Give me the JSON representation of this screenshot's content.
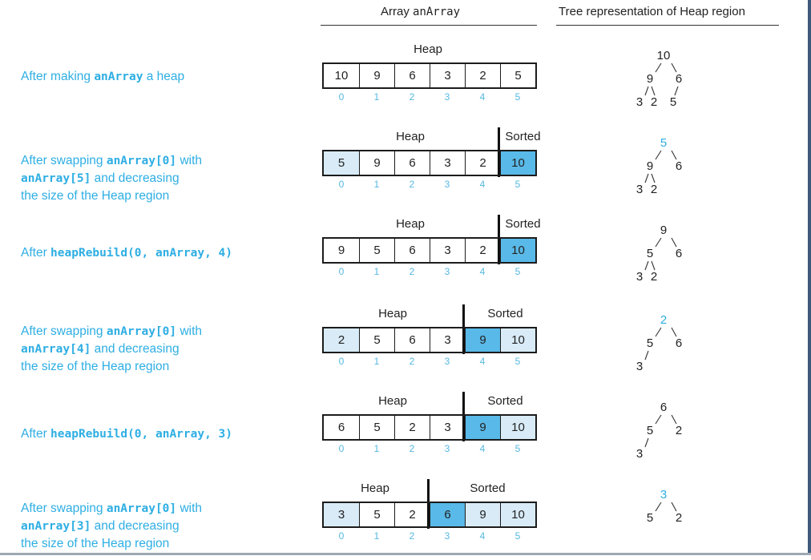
{
  "header": {
    "array_prefix": "Array ",
    "array_name": "anArray",
    "tree_title": "Tree representation of Heap region"
  },
  "labels": {
    "heap": "Heap",
    "sorted": "Sorted"
  },
  "indices": [
    "0",
    "1",
    "2",
    "3",
    "4",
    "5"
  ],
  "colors": {
    "description_text": "#2eaee3",
    "index_text": "#55b8e0",
    "heap_highlight": "#d8ebf7",
    "new_sorted": "#59b9e8",
    "sorted_light": "#d8ebf7"
  },
  "steps": [
    {
      "desc_lines": [
        [
          {
            "t": "After making ",
            "code": false
          },
          {
            "t": "anArray",
            "code": true
          },
          {
            "t": " a heap",
            "code": false
          }
        ]
      ],
      "values": [
        "10",
        "9",
        "6",
        "3",
        "2",
        "5"
      ],
      "heap_size": 6,
      "root_highlight": false,
      "tree_root_blue": false,
      "tree": {
        "root": "10",
        "left": "9",
        "right": "6",
        "ll": "3",
        "lr": "2",
        "rl": "5"
      }
    },
    {
      "desc_lines": [
        [
          {
            "t": "After swapping ",
            "code": false
          },
          {
            "t": "anArray[0]",
            "code": true
          },
          {
            "t": " with",
            "code": false
          }
        ],
        [
          {
            "t": "anArray[5]",
            "code": true
          },
          {
            "t": " and decreasing",
            "code": false
          }
        ],
        [
          {
            "t": "the size of the Heap region",
            "code": false
          }
        ]
      ],
      "values": [
        "5",
        "9",
        "6",
        "3",
        "2",
        "10"
      ],
      "heap_size": 5,
      "root_highlight": true,
      "tree_root_blue": true,
      "tree": {
        "root": "5",
        "left": "9",
        "right": "6",
        "ll": "3",
        "lr": "2",
        "rl": ""
      }
    },
    {
      "desc_lines": [
        [
          {
            "t": "After ",
            "code": false
          },
          {
            "t": "heapRebuild(0, anArray, 4)",
            "code": true
          }
        ]
      ],
      "values": [
        "9",
        "5",
        "6",
        "3",
        "2",
        "10"
      ],
      "heap_size": 5,
      "root_highlight": false,
      "tree_root_blue": false,
      "tree": {
        "root": "9",
        "left": "5",
        "right": "6",
        "ll": "3",
        "lr": "2",
        "rl": ""
      }
    },
    {
      "desc_lines": [
        [
          {
            "t": "After swapping ",
            "code": false
          },
          {
            "t": "anArray[0]",
            "code": true
          },
          {
            "t": " with",
            "code": false
          }
        ],
        [
          {
            "t": "anArray[4]",
            "code": true
          },
          {
            "t": " and decreasing",
            "code": false
          }
        ],
        [
          {
            "t": "the size of the Heap region",
            "code": false
          }
        ]
      ],
      "values": [
        "2",
        "5",
        "6",
        "3",
        "9",
        "10"
      ],
      "heap_size": 4,
      "root_highlight": true,
      "tree_root_blue": true,
      "tree": {
        "root": "2",
        "left": "5",
        "right": "6",
        "ll": "3",
        "lr": "",
        "rl": ""
      }
    },
    {
      "desc_lines": [
        [
          {
            "t": "After ",
            "code": false
          },
          {
            "t": "heapRebuild(0, anArray, 3)",
            "code": true
          }
        ]
      ],
      "values": [
        "6",
        "5",
        "2",
        "3",
        "9",
        "10"
      ],
      "heap_size": 4,
      "root_highlight": false,
      "tree_root_blue": false,
      "tree": {
        "root": "6",
        "left": "5",
        "right": "2",
        "ll": "3",
        "lr": "",
        "rl": ""
      }
    },
    {
      "desc_lines": [
        [
          {
            "t": "After swapping ",
            "code": false
          },
          {
            "t": "anArray[0]",
            "code": true
          },
          {
            "t": " with",
            "code": false
          }
        ],
        [
          {
            "t": "anArray[3]",
            "code": true
          },
          {
            "t": " and decreasing",
            "code": false
          }
        ],
        [
          {
            "t": "the size of the Heap region",
            "code": false
          }
        ]
      ],
      "values": [
        "3",
        "5",
        "2",
        "6",
        "9",
        "10"
      ],
      "heap_size": 3,
      "root_highlight": true,
      "tree_root_blue": true,
      "tree": {
        "root": "3",
        "left": "5",
        "right": "2",
        "ll": "",
        "lr": "",
        "rl": ""
      }
    }
  ]
}
